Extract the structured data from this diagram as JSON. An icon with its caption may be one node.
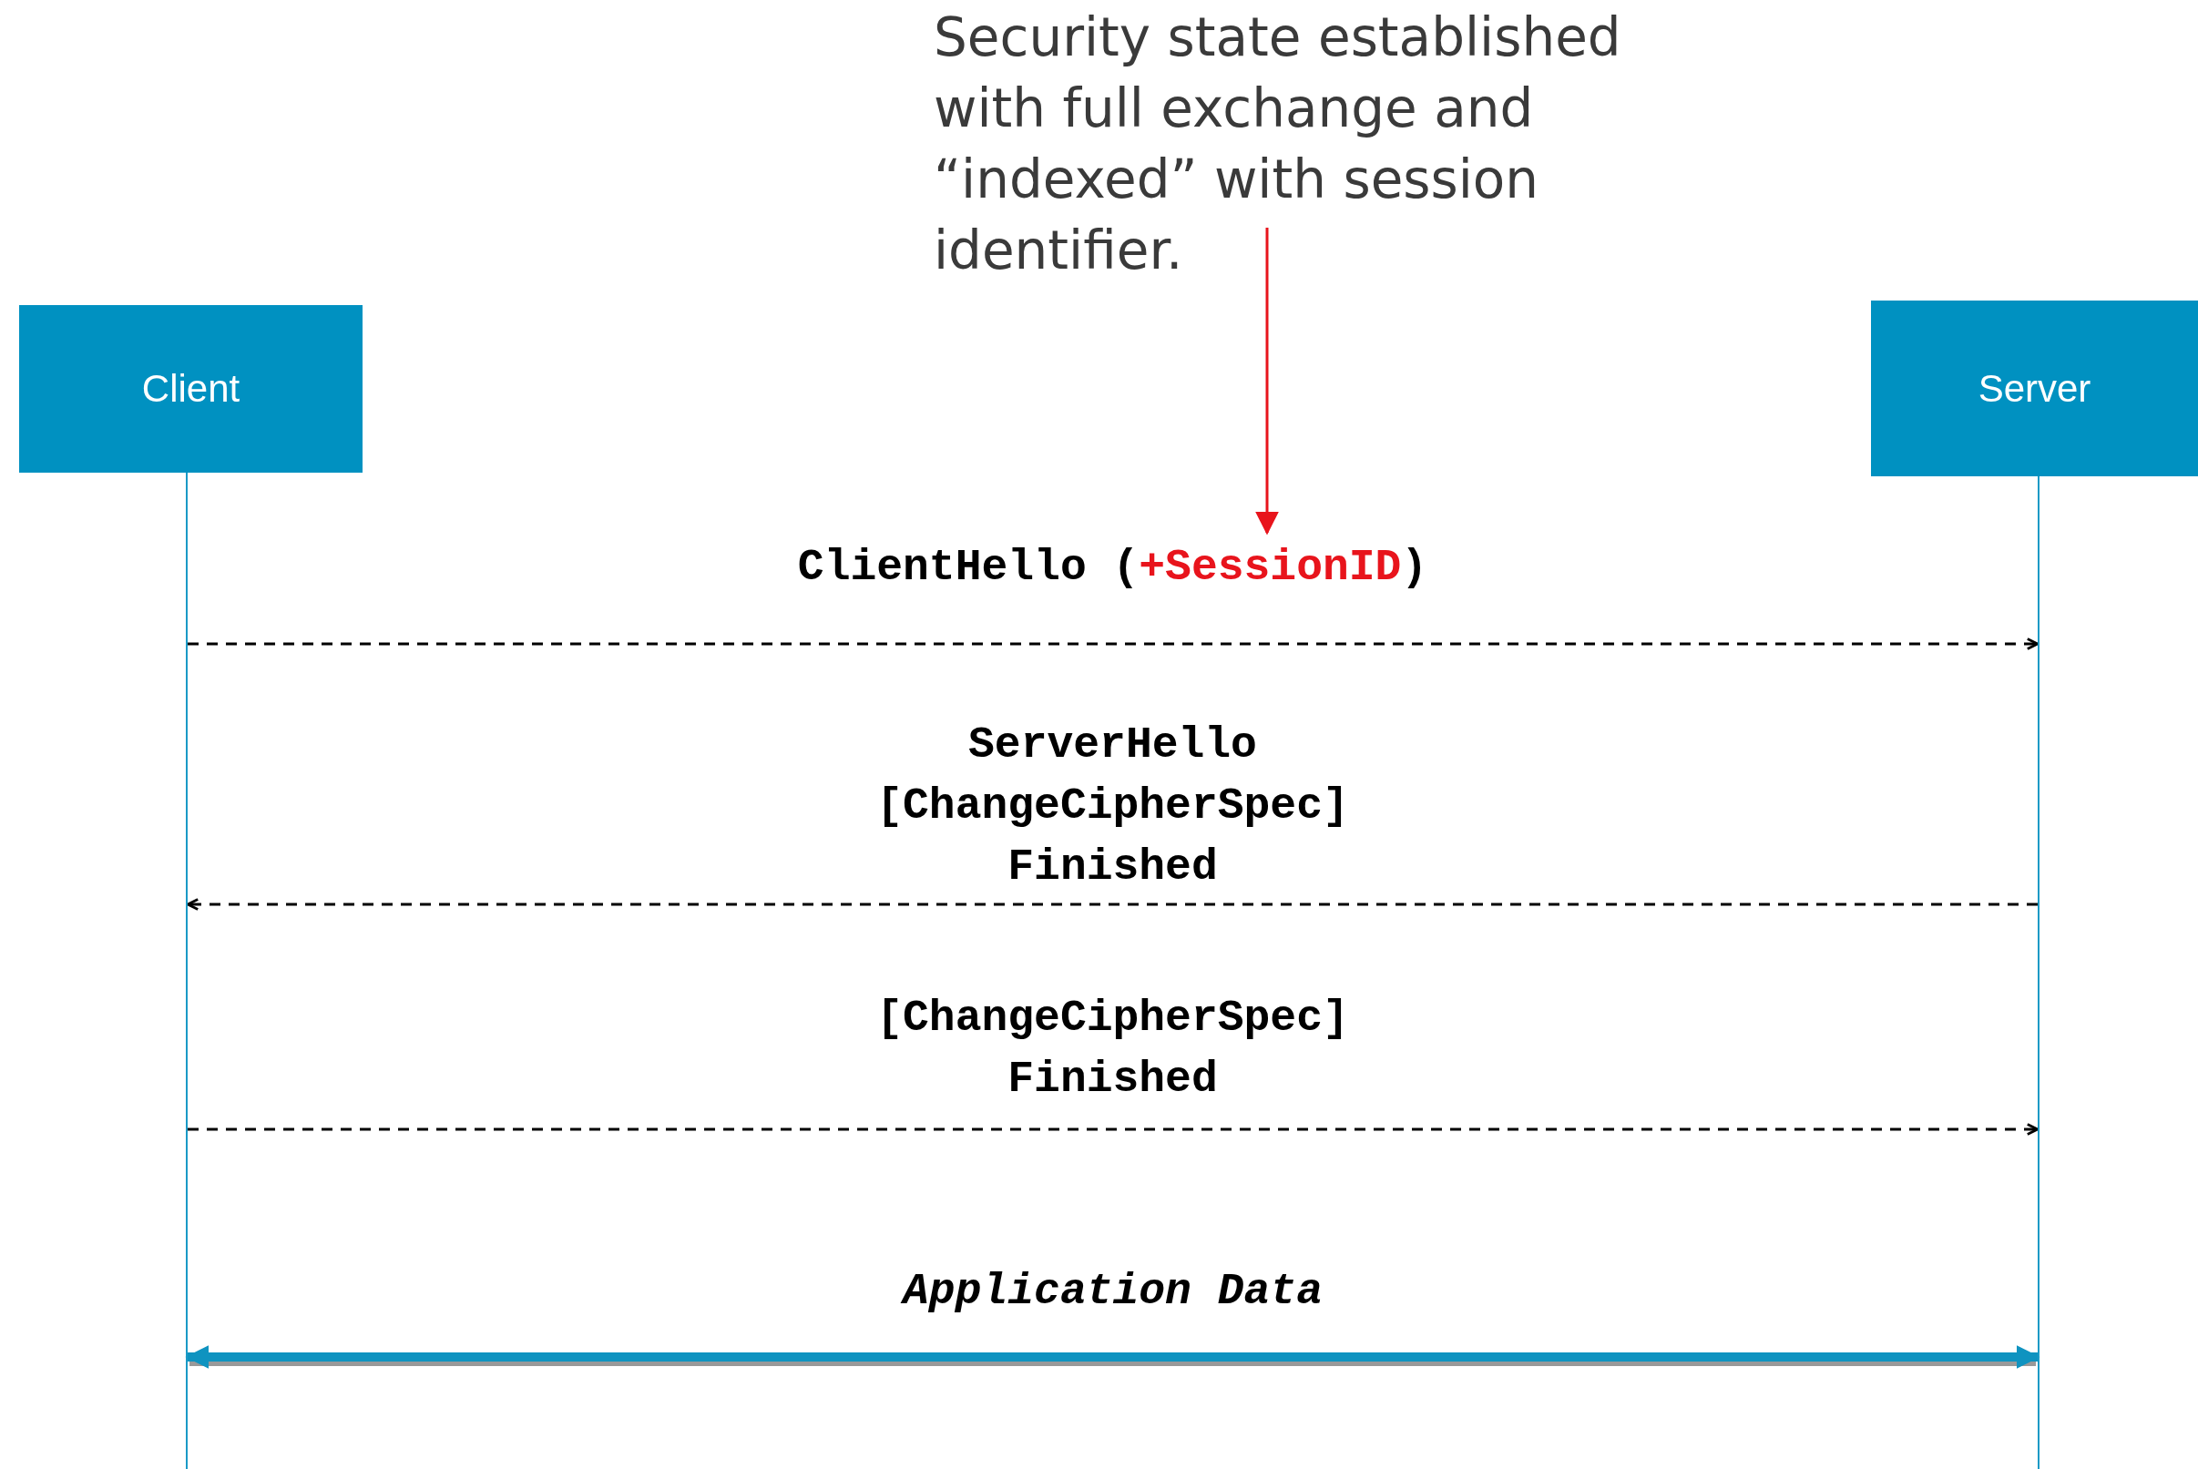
{
  "diagram": {
    "nodes": [
      {
        "text": [
          "Client"
        ]
      },
      {
        "text": [
          "Server"
        ]
      },
      {
        "text": [
          "Security state established with full exchange and “indexed” with session identifier."
        ]
      }
    ],
    "edges": [
      {
        "from": 0,
        "to": 1,
        "arrow": "to",
        "style": "dashed",
        "label": "ClientHello (+SessionID)"
      },
      {
        "from": 1,
        "to": 0,
        "arrow": "to",
        "style": "dashed",
        "label": "ServerHello [ChangeCipherSpec] Finished"
      },
      {
        "from": 0,
        "to": 1,
        "arrow": "to",
        "style": "dashed",
        "label": "[ChangeCipherSpec] Finished"
      },
      {
        "from": 0,
        "to": 1,
        "arrow": "both",
        "style": "thick",
        "color": "#0f93c0",
        "label": "Application Data"
      },
      {
        "from": 2,
        "to": null,
        "arrow": "to",
        "color": "#e8141c"
      }
    ]
  }
}
